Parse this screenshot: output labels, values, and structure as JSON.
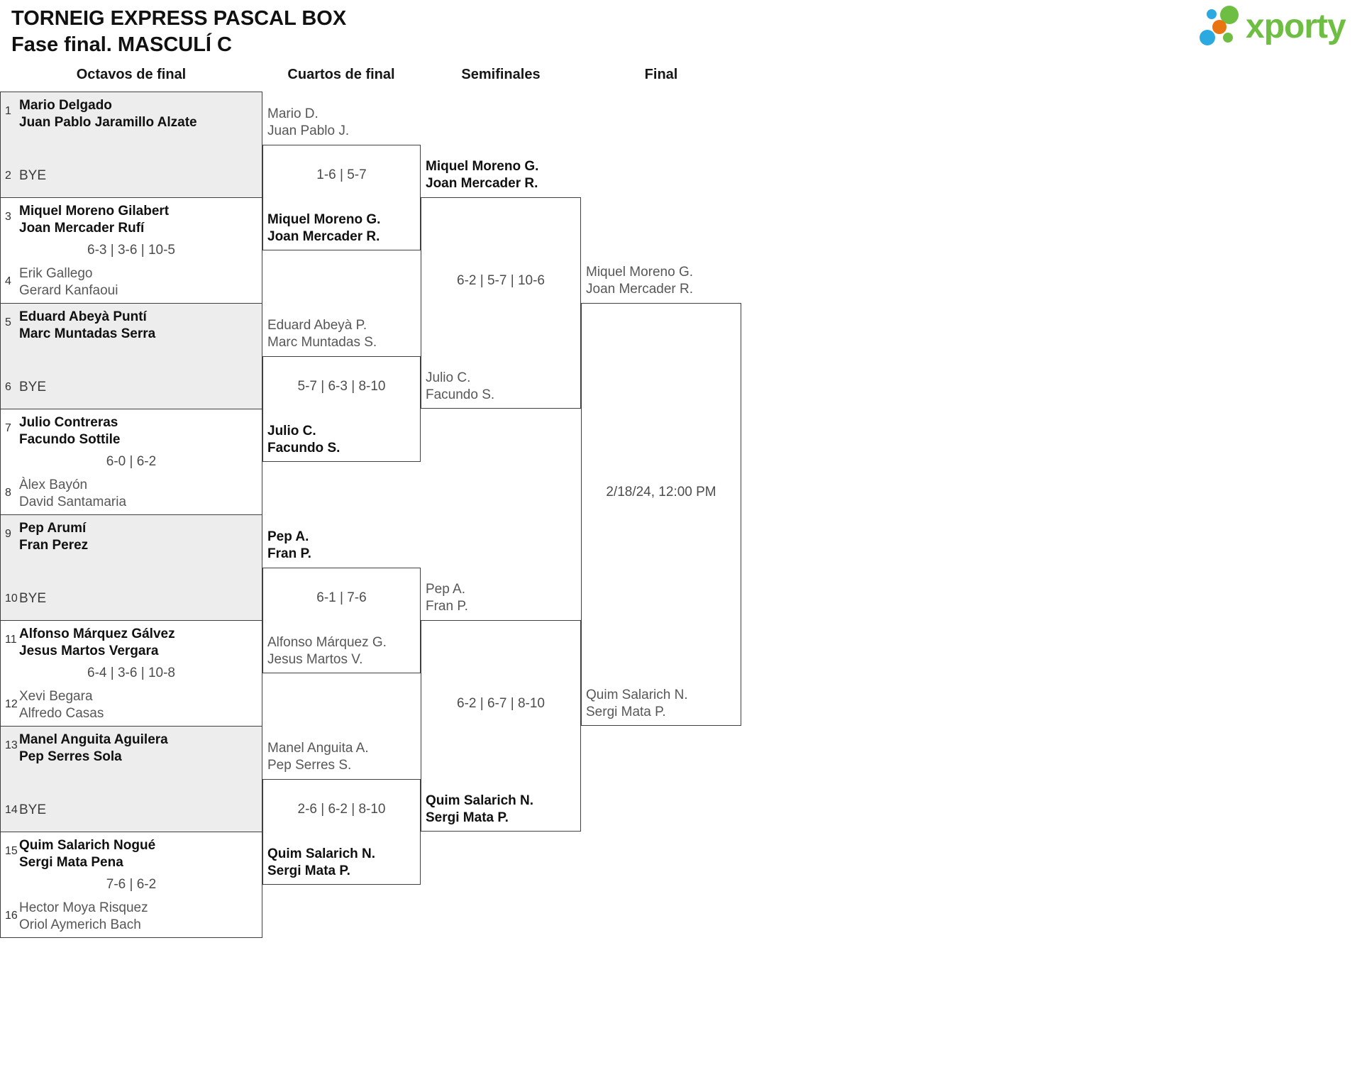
{
  "header": {
    "title": "TORNEIG EXPRESS PASCAL BOX",
    "subtitle": "Fase final. MASCULÍ C"
  },
  "logo": {
    "brand": "xporty",
    "green": "#6fbe44",
    "blue": "#2ba9e1",
    "orange": "#e87511"
  },
  "rounds": [
    {
      "label": "Octavos de final"
    },
    {
      "label": "Cuartos de final"
    },
    {
      "label": "Semifinales"
    },
    {
      "label": "Final"
    }
  ],
  "bye_label": "BYE",
  "bracket": {
    "octavos": [
      {
        "shaded": true,
        "score": "",
        "slot1": {
          "num": "1",
          "name1": "Mario Delgado",
          "name2": "Juan Pablo Jaramillo Alzate",
          "bold": true
        },
        "slot2": {
          "num": "2",
          "bye": true
        }
      },
      {
        "shaded": false,
        "score": "6-3 | 3-6 | 10-5",
        "slot1": {
          "num": "3",
          "name1": "Miquel Moreno Gilabert",
          "name2": "Joan Mercader Rufí",
          "bold": true
        },
        "slot2": {
          "num": "4",
          "name1": "Erik Gallego",
          "name2": "Gerard Kanfaoui"
        }
      },
      {
        "shaded": true,
        "score": "",
        "slot1": {
          "num": "5",
          "name1": "Eduard Abeyà Puntí",
          "name2": "Marc Muntadas Serra",
          "bold": true
        },
        "slot2": {
          "num": "6",
          "bye": true
        }
      },
      {
        "shaded": false,
        "score": "6-0 | 6-2",
        "slot1": {
          "num": "7",
          "name1": "Julio Contreras",
          "name2": "Facundo Sottile",
          "bold": true
        },
        "slot2": {
          "num": "8",
          "name1": "Àlex Bayón",
          "name2": "David Santamaria"
        }
      },
      {
        "shaded": true,
        "score": "",
        "slot1": {
          "num": "9",
          "name1": "Pep Arumí",
          "name2": "Fran Perez",
          "bold": true
        },
        "slot2": {
          "num": "10",
          "bye": true
        }
      },
      {
        "shaded": false,
        "score": "6-4 | 3-6 | 10-8",
        "slot1": {
          "num": "11",
          "name1": "Alfonso Márquez Gálvez",
          "name2": "Jesus Martos Vergara",
          "bold": true
        },
        "slot2": {
          "num": "12",
          "name1": "Xevi Begara",
          "name2": "Alfredo Casas"
        }
      },
      {
        "shaded": true,
        "score": "",
        "slot1": {
          "num": "13",
          "name1": "Manel Anguita Aguilera",
          "name2": "Pep Serres Sola",
          "bold": true
        },
        "slot2": {
          "num": "14",
          "bye": true
        }
      },
      {
        "shaded": false,
        "score": "7-6 | 6-2",
        "slot1": {
          "num": "15",
          "name1": "Quim Salarich Nogué",
          "name2": "Sergi Mata Pena",
          "bold": true
        },
        "slot2": {
          "num": "16",
          "name1": "Hector Moya Risquez",
          "name2": "Oriol Aymerich Bach"
        }
      }
    ],
    "cuartos": [
      {
        "score": "1-6 | 5-7",
        "team1": {
          "line1": "Mario D.",
          "line2": "Juan Pablo J."
        },
        "team2": {
          "line1": "Miquel Moreno G.",
          "line2": "Joan Mercader R.",
          "bold": true
        }
      },
      {
        "score": "5-7 | 6-3 | 8-10",
        "team1": {
          "line1": "Eduard Abeyà P.",
          "line2": "Marc Muntadas S."
        },
        "team2": {
          "line1": "Julio C.",
          "line2": "Facundo S.",
          "bold": true
        }
      },
      {
        "score": "6-1 | 7-6",
        "team1": {
          "line1": "Pep A.",
          "line2": "Fran P.",
          "bold": true
        },
        "team2": {
          "line1": "Alfonso Márquez G.",
          "line2": "Jesus Martos V."
        }
      },
      {
        "score": "2-6 | 6-2 | 8-10",
        "team1": {
          "line1": "Manel Anguita A.",
          "line2": "Pep Serres S."
        },
        "team2": {
          "line1": "Quim Salarich N.",
          "line2": "Sergi Mata P.",
          "bold": true
        }
      }
    ],
    "semifinales": [
      {
        "score": "6-2 | 5-7 | 10-6",
        "team1": {
          "line1": "Miquel Moreno G.",
          "line2": "Joan Mercader R.",
          "bold": true
        },
        "team2": {
          "line1": "Julio C.",
          "line2": "Facundo S."
        }
      },
      {
        "score": "6-2 | 6-7 | 8-10",
        "team1": {
          "line1": "Pep A.",
          "line2": "Fran P."
        },
        "team2": {
          "line1": "Quim Salarich N.",
          "line2": "Sergi Mata P.",
          "bold": true
        }
      }
    ],
    "final": {
      "schedule": "2/18/24, 12:00 PM",
      "team1": {
        "line1": "Miquel Moreno G.",
        "line2": "Joan Mercader R."
      },
      "team2": {
        "line1": "Quim Salarich N.",
        "line2": "Sergi Mata P."
      }
    }
  }
}
